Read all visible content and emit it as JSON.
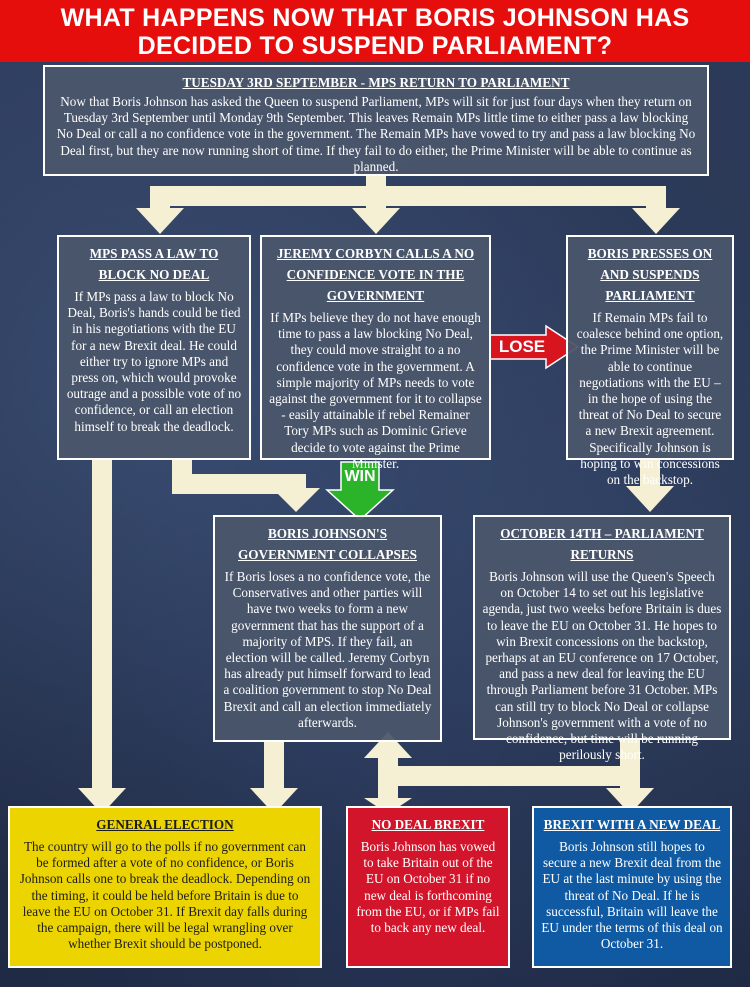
{
  "header": {
    "line1": "WHAT HAPPENS NOW THAT BORIS JOHNSON HAS",
    "line2": "DECIDED TO SUSPEND PARLIAMENT?"
  },
  "boxes": {
    "tuesday": {
      "title": "TUESDAY 3rd SEPTEMBER - MPs RETURN TO PARLIAMENT",
      "body": "Now that Boris Johnson has asked the Queen to suspend Parliament, MPs will sit for just four days when they return on Tuesday 3rd September until Monday 9th September. This leaves Remain MPs little time to either pass a law blocking No Deal or call a no confidence vote in the government. The Remain MPs have vowed to try and pass a law blocking No Deal first, but they are now running short of time. If they fail to do either, the Prime Minister will be able to continue as planned."
    },
    "mps_law": {
      "title": "MPs PASS A LAW TO BLOCK NO DEAL",
      "body": "If MPs pass a law to block No Deal, Boris's hands could be tied in his negotiations with the EU for a new Brexit deal. He could either try to ignore MPs and press on, which would provoke outrage and a possible vote of no confidence, or call an election himself to break the deadlock."
    },
    "corbyn": {
      "title": "JEREMY CORBYN CALLS A NO CONFIDENCE VOTE IN THE GOVERNMENT",
      "body": "If MPs believe they do not have enough time to pass a law blocking No Deal, they could move straight to a no confidence vote in the government. A simple majority of MPs needs to vote against the government for it to collapse - easily attainable if rebel Remainer Tory MPs such as Dominic Grieve decide to vote against the Prime Minister."
    },
    "boris_presses": {
      "title": "BORIS PRESSES ON AND SUSPENDS PARLIAMENT",
      "body": "If Remain MPs fail to coalesce behind one option, the Prime Minister will be able to continue negotiations with the EU – in the hope of using the threat of No Deal to secure a new Brexit agreement. Specifically Johnson is hoping to win concessions on the backstop."
    },
    "collapses": {
      "title": "BORIS JOHNSON'S GOVERNMENT COLLAPSES",
      "body": "If Boris loses a no confidence vote, the Conservatives and other parties will have two weeks to form a new government that has the support of a majority of MPS. If they fail, an election will be called. Jeremy Corbyn has already put himself forward to lead a coalition government to stop No Deal Brexit and call an election immediately afterwards."
    },
    "october": {
      "title": "OCTOBER 14th – PARLIAMENT RETURNS",
      "body": "Boris Johnson will use the Queen's Speech on October 14 to set out his legislative agenda, just two weeks before Britain is dues to leave the EU on October 31. He hopes to win Brexit concessions on the backstop, perhaps at an EU conference on 17 October, and pass a new deal for leaving the EU through Parliament before 31 October. MPs can still try to block No Deal or collapse Johnson's government with a vote of no confidence, but time will be running perilously short."
    },
    "election": {
      "title": "GENERAL ELECTION",
      "body": "The country will go to the polls if no government can be formed after a vote of no confidence, or Boris Johnson calls one to break the deadlock. Depending on the timing, it could be held before Britain is due to leave the EU on October 31. If Brexit day falls during the campaign, there will be legal wrangling over whether Brexit should be postponed."
    },
    "no_deal": {
      "title": "NO DEAL BREXIT",
      "body": "Boris Johnson has vowed to take Britain out of the EU on October 31 if no new deal is forthcoming from the EU, or if MPs fail to back any new deal."
    },
    "new_deal": {
      "title": "BREXIT WITH A NEW DEAL",
      "body": "Boris Johnson still hopes to secure a new Brexit deal from the EU at the last minute by using the threat of No Deal. If he is successful, Britain will leave the EU under the terms of this deal on October 31."
    }
  },
  "labels": {
    "lose": "LOSE",
    "win": "WIN"
  },
  "colors": {
    "header_red": "#e60d0d",
    "arrow_cream": "#f5f0d4",
    "grey_box": "#4a566a",
    "election_yellow": "#ecd400",
    "no_deal_red": "#d3152b",
    "new_deal_blue": "#0f5aa3",
    "win_green": "#2bb32a",
    "lose_red": "#d8141e"
  }
}
